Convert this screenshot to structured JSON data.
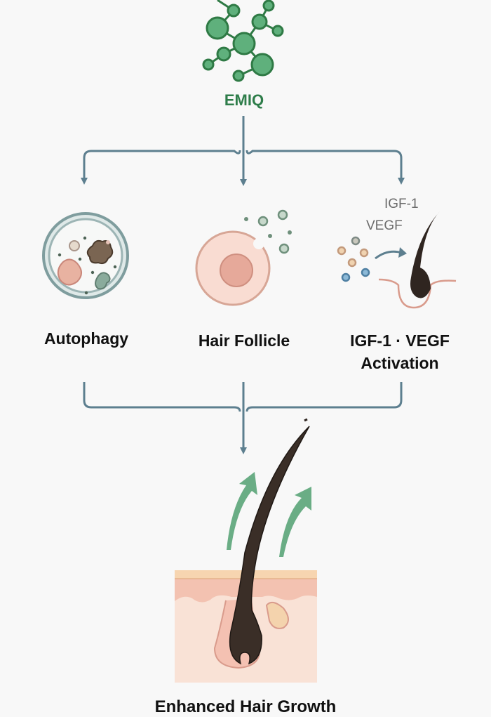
{
  "title": "EMIQ",
  "colors": {
    "molecule": "#4aa36a",
    "molecule_stroke": "#2f7a45",
    "title": "#2e7d4a",
    "arrow": "#5d7f8f",
    "growth_arrow": "#6aad85",
    "hair": "#3a2e27",
    "skin": "#f7ddd2",
    "skin_top": "#f0bfae",
    "epidermis": "#f6d3b0"
  },
  "steps": [
    {
      "id": "autophagy",
      "label": "Autophagy",
      "icon": "cell-autophagy-icon"
    },
    {
      "id": "hair-follicle",
      "label": "Hair Follicle",
      "icon": "hair-follicle-cell-icon"
    },
    {
      "id": "igf-vegf",
      "label_line1": "IGF-1 · VEGF",
      "label_line2": "Activation",
      "icon": "growth-factor-hair-icon",
      "tag1": "IGF-1",
      "tag2": "VEGF"
    }
  ],
  "result": {
    "label": "Enhanced Hair Growth",
    "icon": "hair-growth-skin-icon"
  }
}
